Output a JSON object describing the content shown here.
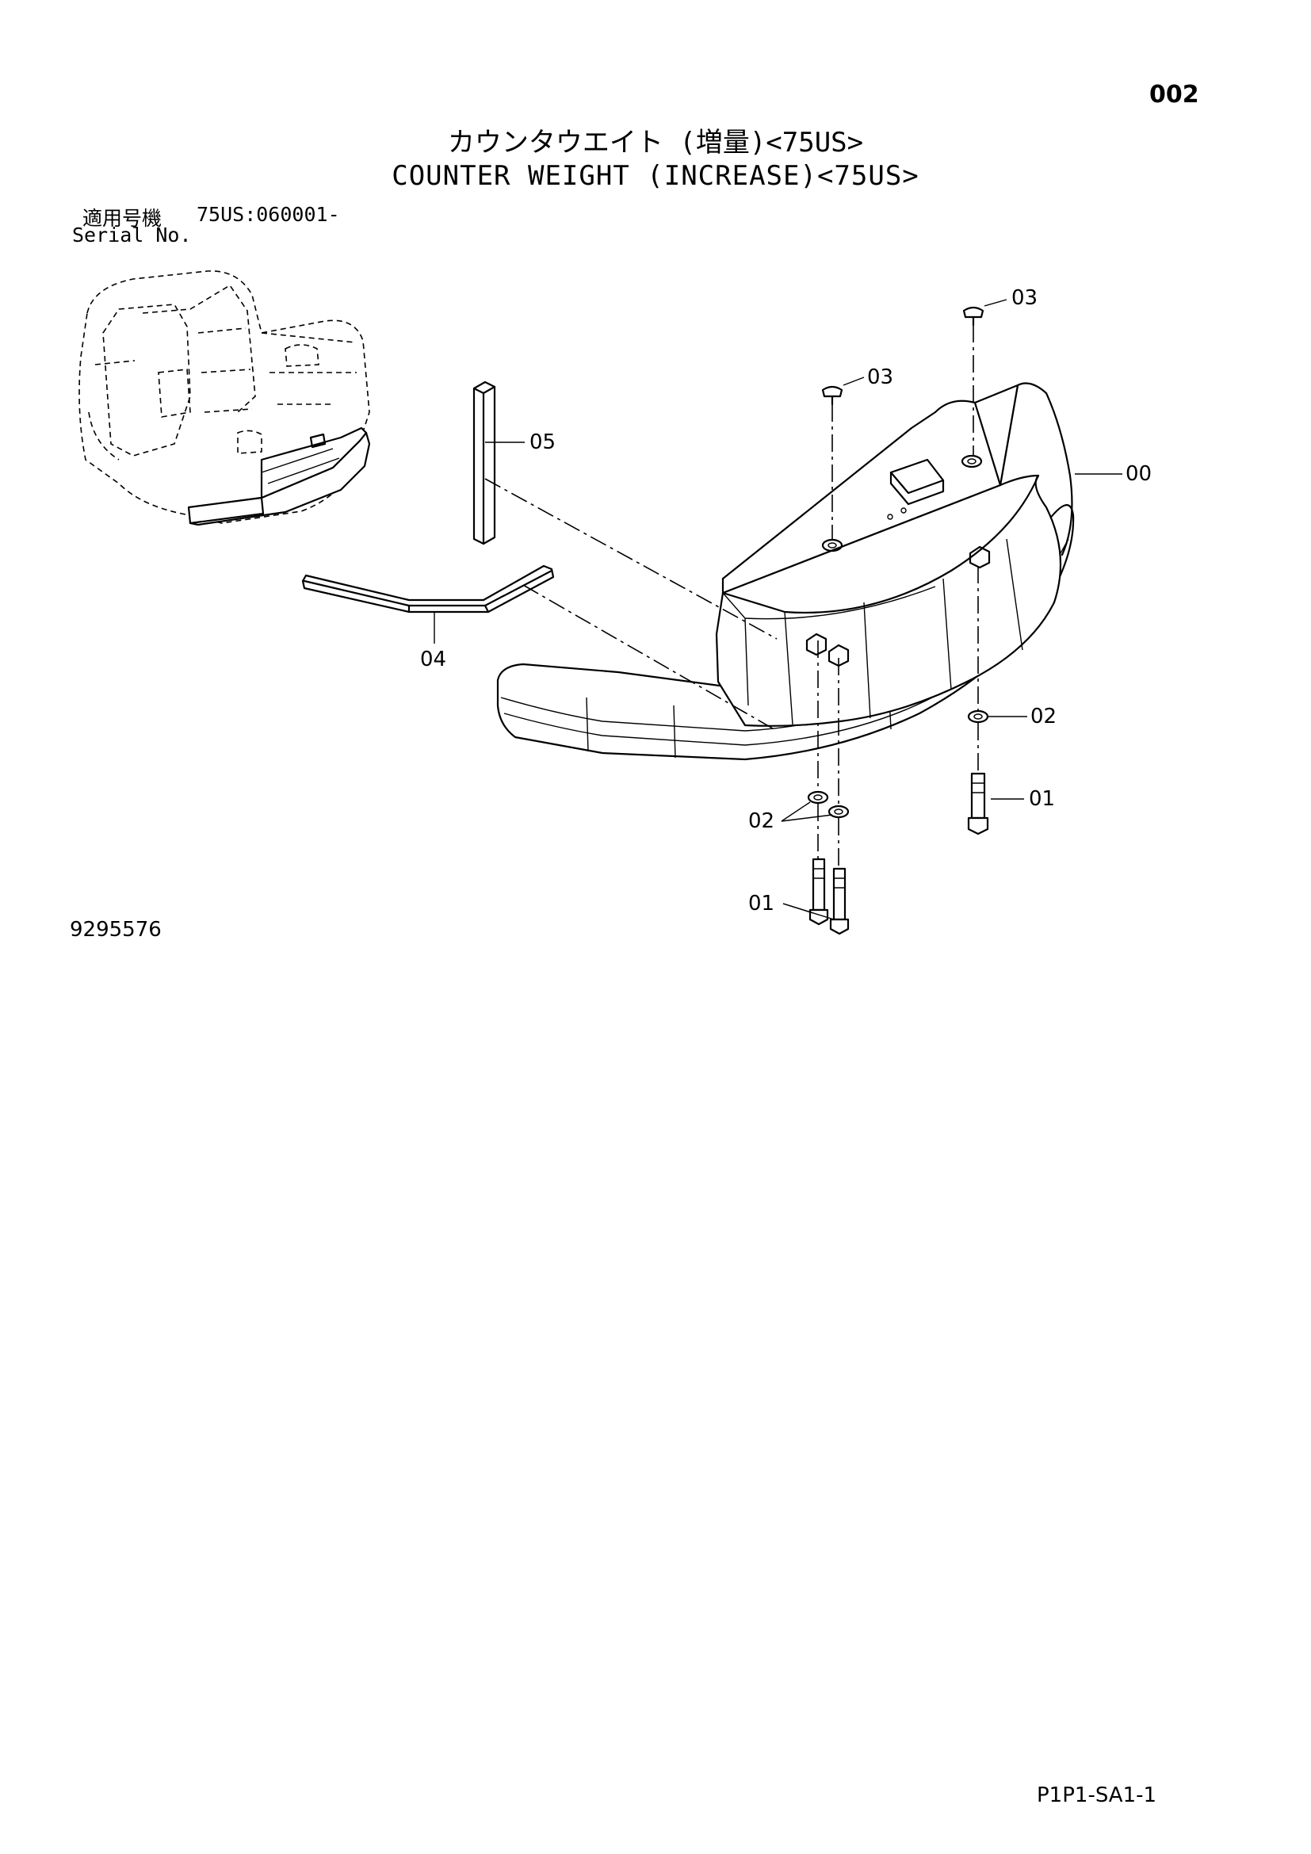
{
  "header": {
    "page_number": "002",
    "title_japanese": "カウンタウエイト (増量)<75US>",
    "title_english": "COUNTER WEIGHT (INCREASE)<75US>"
  },
  "serial": {
    "label_japanese": "適用号機",
    "value": "75US:060001-",
    "label_english": "Serial No."
  },
  "callouts": {
    "part_00": "00",
    "part_01_right": "01",
    "part_01_left": "01",
    "part_02_right": "02",
    "part_02_left": "02",
    "part_03_top": "03",
    "part_03_mid": "03",
    "part_04": "04",
    "part_05": "05"
  },
  "footer": {
    "drawing_number": "9295576",
    "page_code": "P1P1-SA1-1"
  }
}
